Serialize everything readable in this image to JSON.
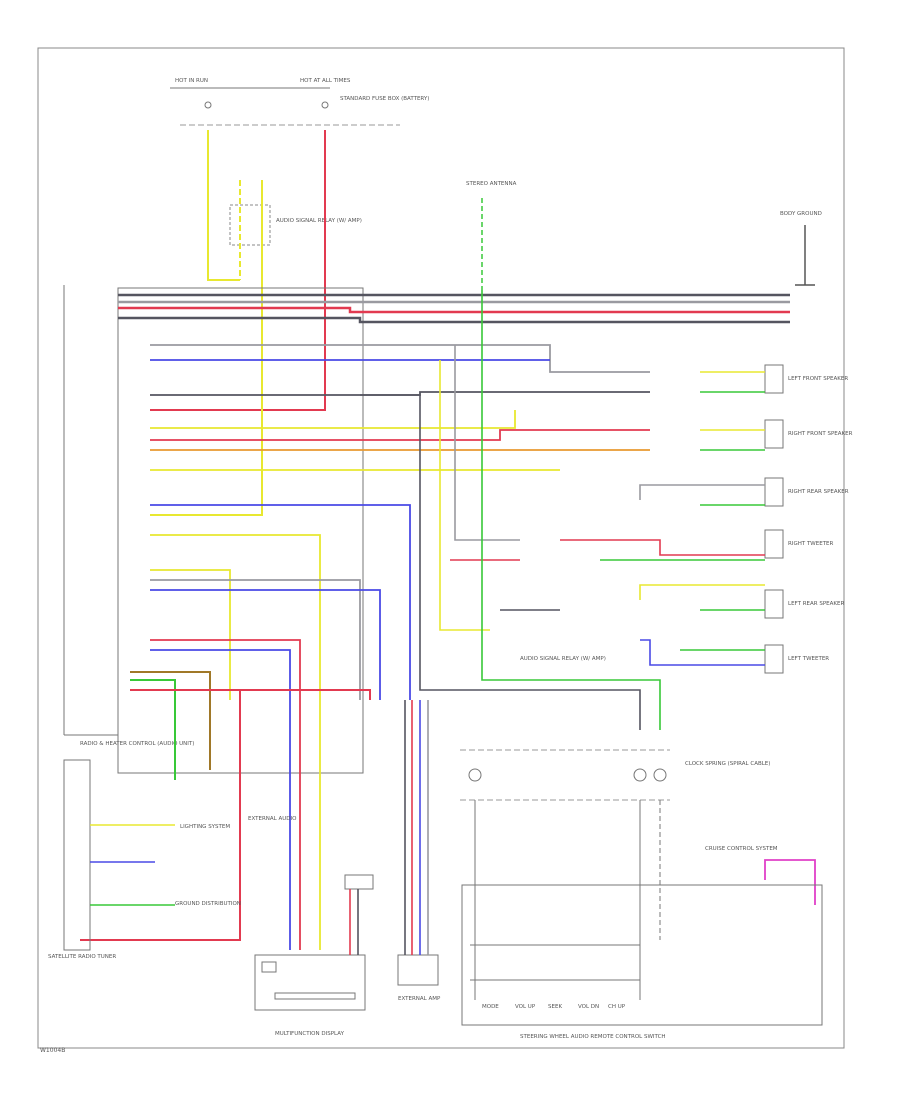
{
  "header": {
    "fuse_left": "HOT IN RUN",
    "fuse_center": "HOT AT ALL TIMES",
    "fuse_box": "STANDARD FUSE BOX (BATTERY)"
  },
  "labels": {
    "antenna_top": "STEREO ANTENNA",
    "ground_right": "BODY GROUND",
    "audio_relay": "AUDIO SIGNAL RELAY (W/ AMP)",
    "radio_unit": "RADIO & HEATER CONTROL (AUDIO UNIT)",
    "navigation_unit": "SATELLITE RADIO TUNER",
    "display_unit": "MULTIFUNCTION DISPLAY",
    "external_amp": "EXTERNAL AMP",
    "external_unit": "EXTERNAL AUDIO",
    "steering_switch": "STEERING WHEEL AUDIO REMOTE CONTROL SWITCH",
    "clock_spring": "CLOCK SPRING (SPIRAL CABLE)",
    "cruise": "CRUISE CONTROL SYSTEM",
    "speaker_lf": "LEFT FRONT SPEAKER",
    "speaker_rf": "RIGHT FRONT SPEAKER",
    "speaker_rr": "RIGHT REAR SPEAKER",
    "tweeter_r": "RIGHT TWEETER",
    "speaker_lr": "LEFT REAR SPEAKER",
    "tweeter_l": "LEFT TWEETER",
    "lighting": "LIGHTING SYSTEM",
    "ground_dist": "GROUND DISTRIBUTION",
    "footer_code": "W1004B"
  },
  "switch_buttons": [
    "MODE",
    "VOL UP",
    "SEEK",
    "VOL DN",
    "CH UP"
  ],
  "wire_colors": {
    "red": "#e23a50",
    "yellow": "#e8e830",
    "green": "#38c838",
    "blue": "#4a4ae6",
    "gray": "#9a9aa0",
    "dark": "#555560",
    "orange": "#e89a30",
    "pink": "#e040c8",
    "brown": "#a07828"
  }
}
